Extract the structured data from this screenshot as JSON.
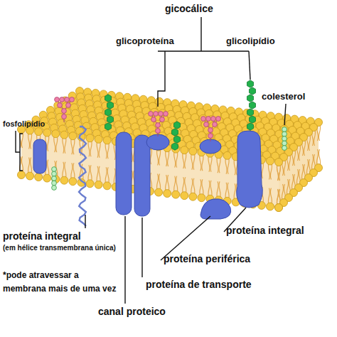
{
  "diagram": {
    "labels": [
      "gicocálice",
      "glicoproteína",
      "glicolipídio",
      "fosfolipídio",
      "colesterol",
      "proteína integral",
      "(em hélice transmembrana única)",
      "*pode atravessar a membrana mais de uma vez",
      "proteína integral",
      "proteína periférica",
      "proteína de transporte",
      "canal proteico"
    ]
  }
}
